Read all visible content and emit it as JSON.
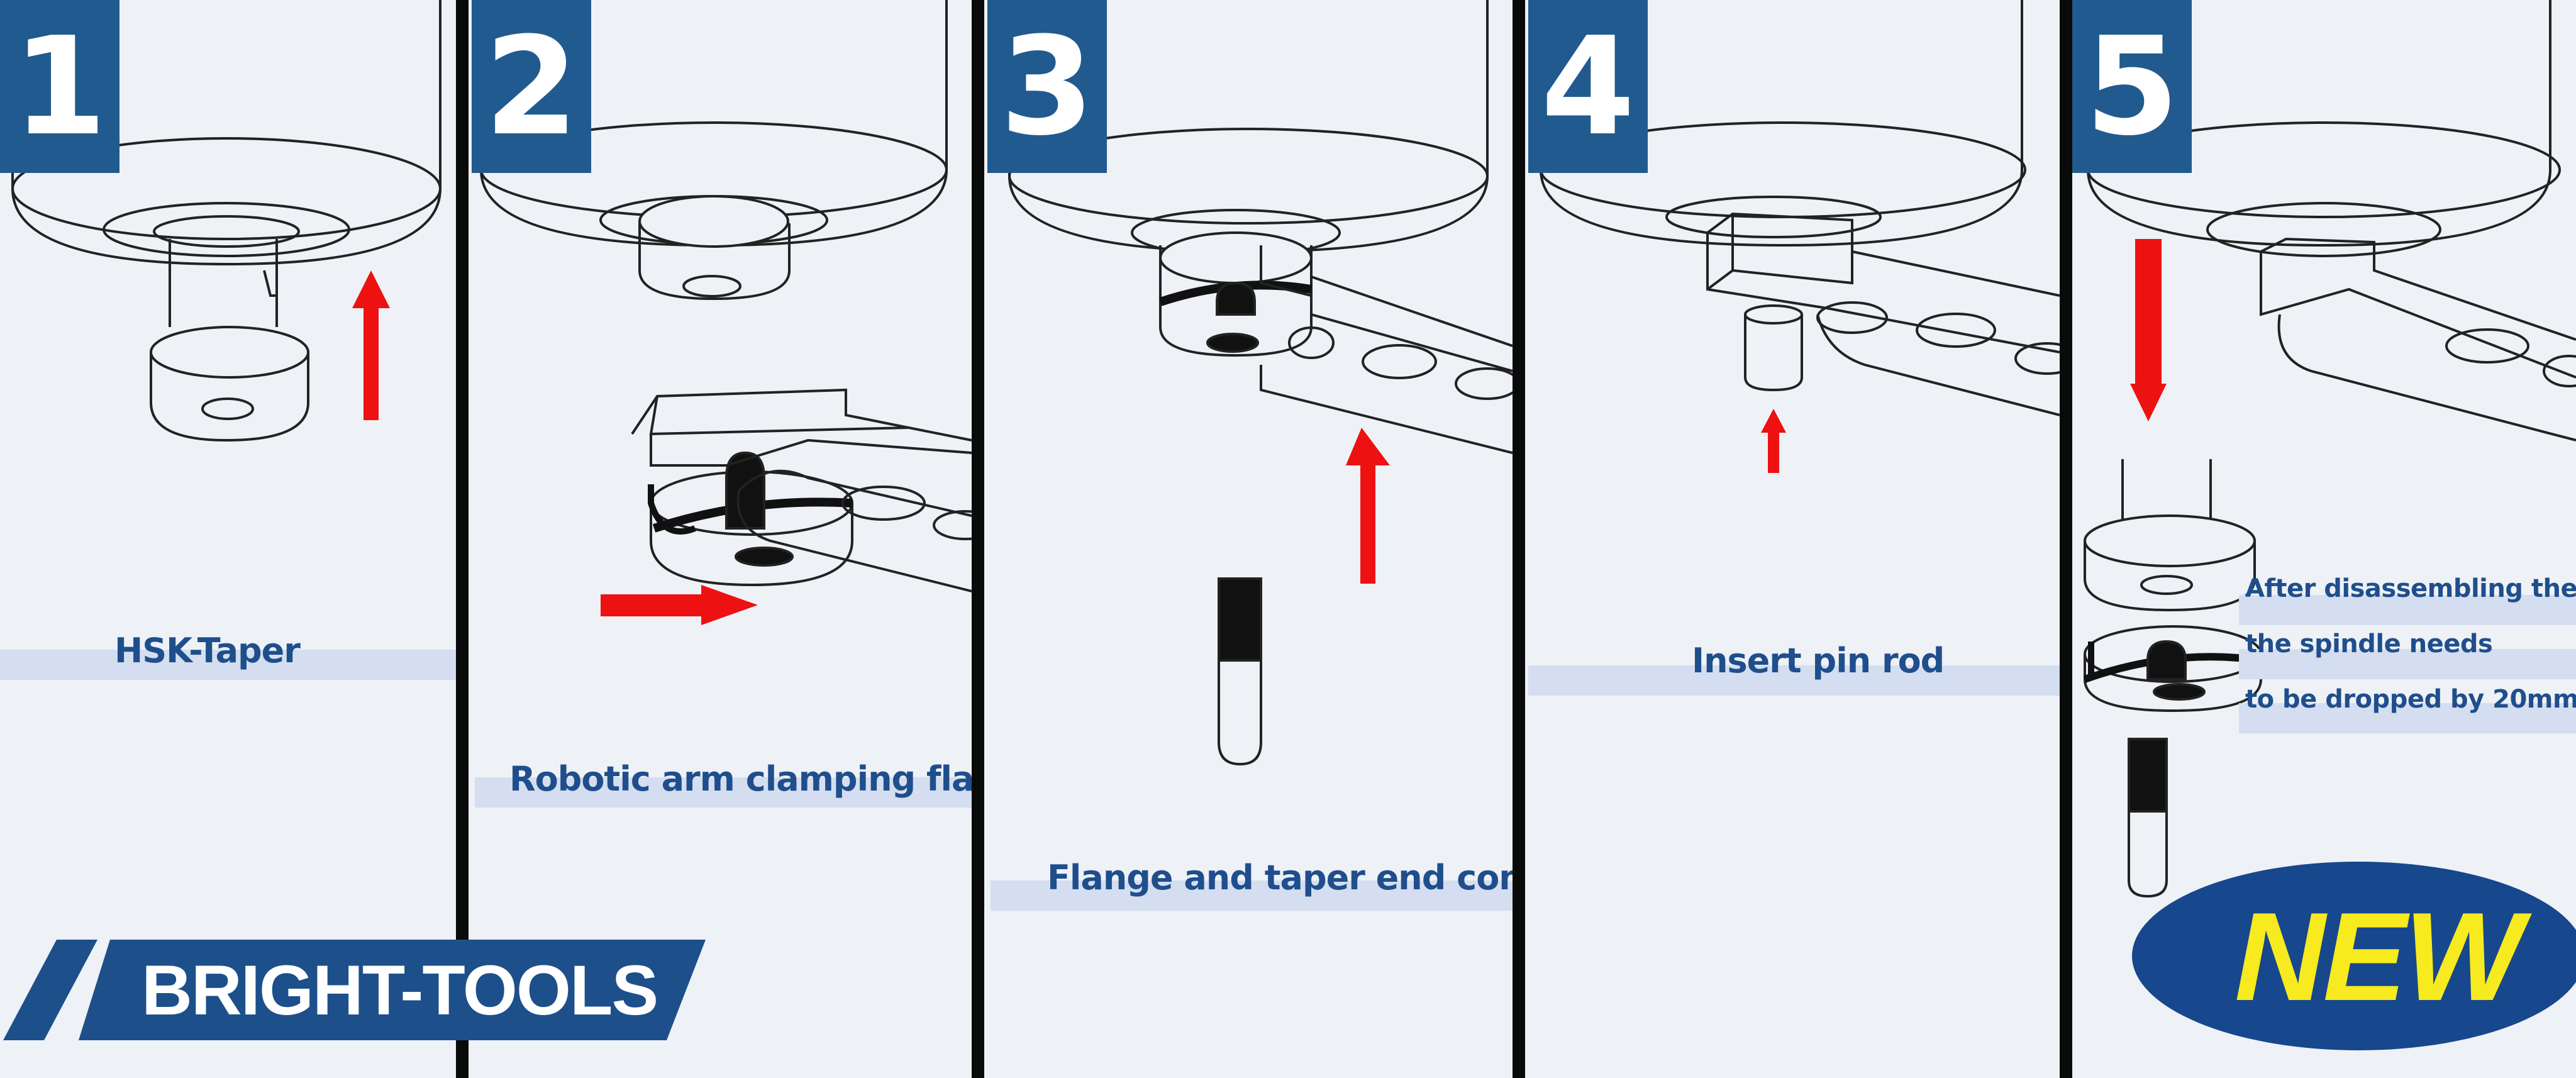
{
  "colors": {
    "background": "#eef1f5",
    "step_box": "#215a8e",
    "caption_text": "#1f4e8c",
    "caption_band": "#d4def0",
    "arrow": "#ee1111",
    "divider": "#0a0a0a",
    "logo_bg": "#1d4f8a",
    "new_badge_bg": "#17478c",
    "new_badge_text": "#f7ea1e"
  },
  "steps": [
    {
      "number": "1",
      "caption": "HSK-Taper"
    },
    {
      "number": "2",
      "caption": "Robotic arm clamping flange"
    },
    {
      "number": "3",
      "caption": "Flange and taper end combined"
    },
    {
      "number": "4",
      "caption": "Insert pin rod"
    },
    {
      "number": "5",
      "caption_lines": [
        "After disassembling the ATC",
        "the spindle needs",
        "to be dropped by 20mm"
      ]
    }
  ],
  "brand": {
    "name": "BRIGHT-TOOLS"
  },
  "badge": {
    "label": "NEW"
  }
}
